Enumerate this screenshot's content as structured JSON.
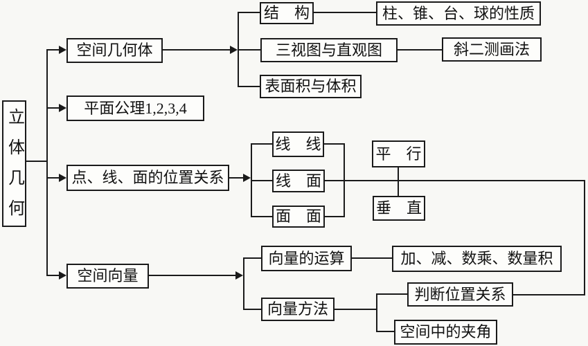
{
  "nodes": {
    "solid_geometry": {
      "label": "立体几何"
    },
    "space_solids": {
      "label": "空间几何体"
    },
    "structure": {
      "label": "结　构"
    },
    "solid_properties": {
      "label": "柱、锥、台、球的性质"
    },
    "three_views": {
      "label": "三视图与直观图"
    },
    "oblique_drawing": {
      "label": "斜二测画法"
    },
    "surface_area_volume": {
      "label": "表面积与体积"
    },
    "plane_axioms": {
      "label": "平面公理1,2,3,4"
    },
    "point_line_plane": {
      "label": "点、线、面的位置关系"
    },
    "line_line": {
      "label": "线　线"
    },
    "line_plane": {
      "label": "线　面"
    },
    "plane_plane": {
      "label": "面　面"
    },
    "parallel": {
      "label": "平　行"
    },
    "perpendicular": {
      "label": "垂　直"
    },
    "space_vectors": {
      "label": "空间向量"
    },
    "vector_operations": {
      "label": "向量的运算"
    },
    "vector_operation_types": {
      "label": "加、减、数乘、数量积"
    },
    "vector_methods": {
      "label": "向量方法"
    },
    "judge_position": {
      "label": "判断位置关系"
    },
    "space_angles": {
      "label": "空间中的夹角"
    }
  },
  "colors": {
    "line": "#1a1a1a",
    "box_background": "#fdfdfb",
    "page_background": "#f8f8f5",
    "text": "#111111"
  }
}
